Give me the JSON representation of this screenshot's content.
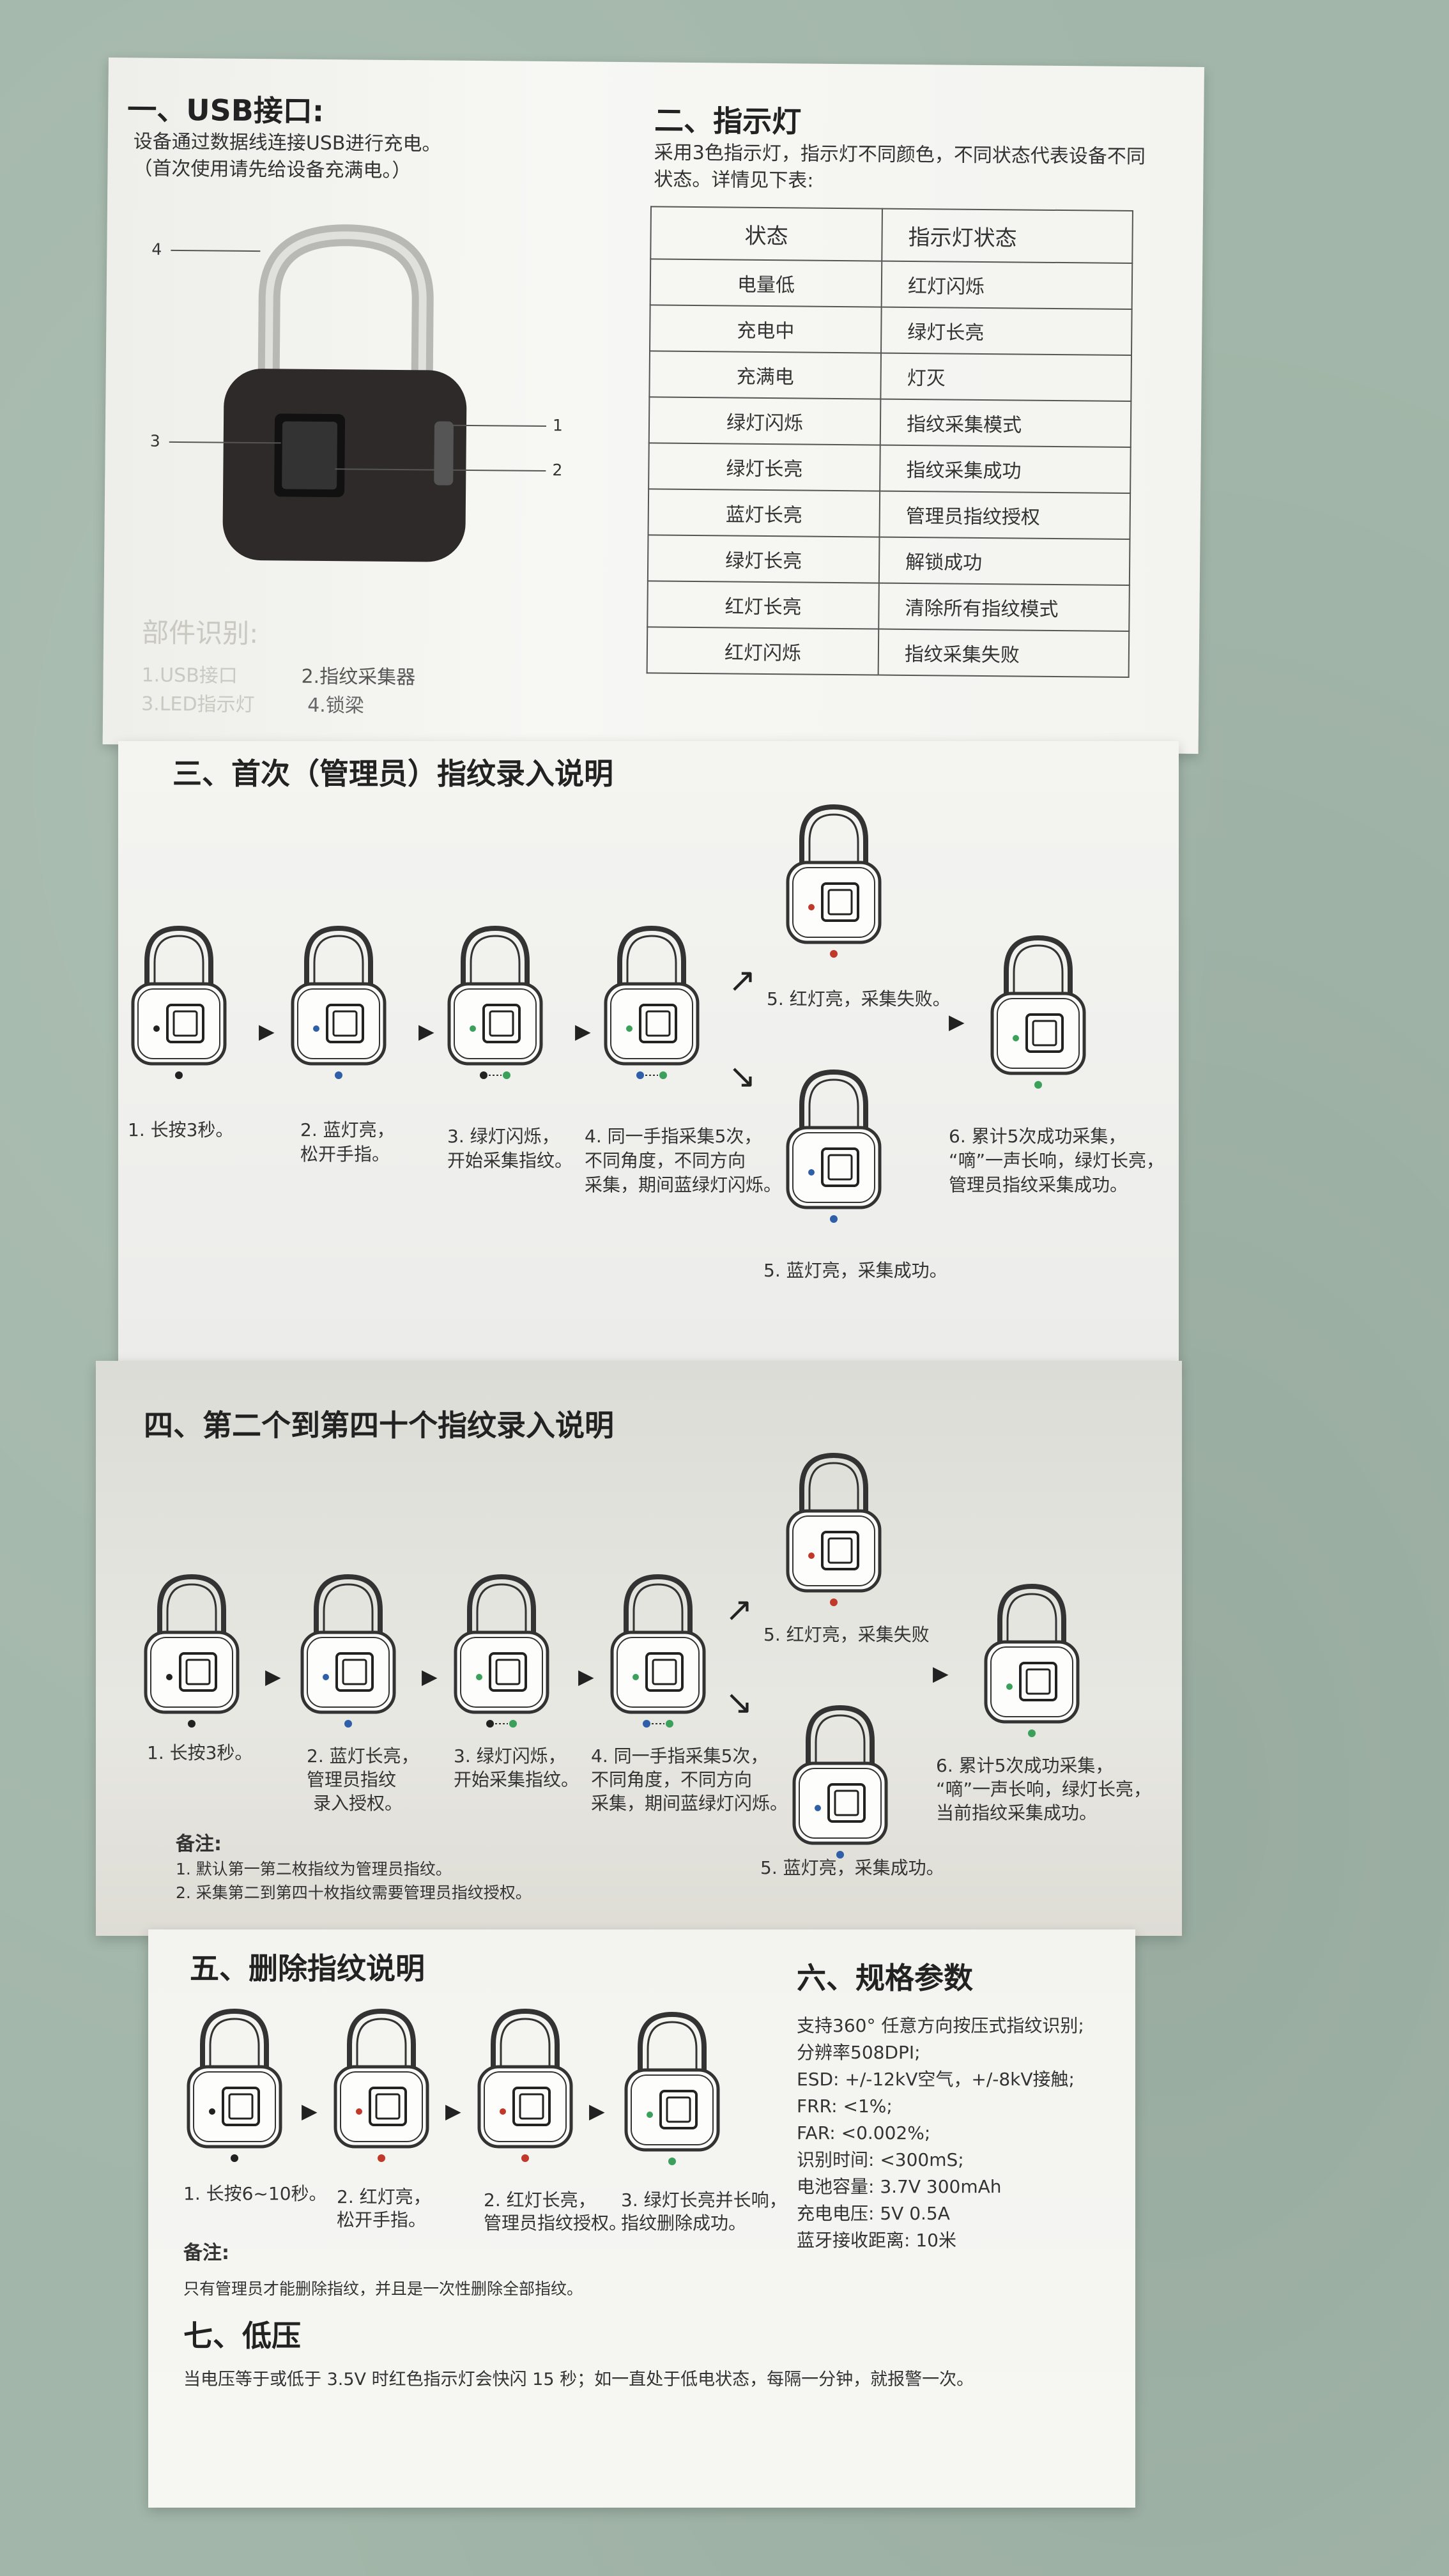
{
  "s1": {
    "title": "一、USB接口:",
    "desc1": "设备通过数据线连接USB进行充电。",
    "desc2": "（首次使用请先给设备充满电。）",
    "callouts": [
      "4",
      "3",
      "1",
      "2"
    ],
    "parts_title": "部件识别:",
    "parts": [
      "1.USB接口",
      "2.指纹采集器",
      "3.LED指示灯",
      "4.锁梁"
    ]
  },
  "s2": {
    "title": "二、指示灯",
    "desc1": "采用3色指示灯，指示灯不同颜色，不同状态代表设备不同",
    "desc2": "状态。详情见下表:",
    "headers": [
      "状态",
      "指示灯状态"
    ],
    "rows": [
      [
        "电量低",
        "红灯闪烁"
      ],
      [
        "充电中",
        "绿灯长亮"
      ],
      [
        "充满电",
        "灯灭"
      ],
      [
        "绿灯闪烁",
        "指纹采集模式"
      ],
      [
        "绿灯长亮",
        "指纹采集成功"
      ],
      [
        "蓝灯长亮",
        "管理员指纹授权"
      ],
      [
        "绿灯长亮",
        "解锁成功"
      ],
      [
        "红灯长亮",
        "清除所有指纹模式"
      ],
      [
        "红灯闪烁",
        "指纹采集失败"
      ]
    ]
  },
  "s3": {
    "title": "三、首次（管理员）指纹录入说明",
    "steps": [
      "1. 长按3秒。",
      "2. 蓝灯亮，",
      "松开手指。",
      "3. 绿灯闪烁，",
      "开始采集指纹。",
      "4. 同一手指采集5次，",
      "不同角度，不同方向",
      "采集，期间蓝绿灯闪烁。",
      "5. 红灯亮，采集失败。",
      "5. 蓝灯亮，采集成功。",
      "6. 累计5次成功采集，",
      "“嘀”一声长响，绿灯长亮，",
      "管理员指纹采集成功。"
    ]
  },
  "s4": {
    "title": "四、第二个到第四十个指纹录入说明",
    "steps": [
      "1. 长按3秒。",
      "2. 蓝灯长亮，",
      "管理员指纹",
      "录入授权。",
      "3. 绿灯闪烁，",
      "开始采集指纹。",
      "4. 同一手指采集5次，",
      "不同角度，不同方向",
      "采集，期间蓝绿灯闪烁。",
      "5. 红灯亮，采集失败",
      "5. 蓝灯亮，采集成功。",
      "6. 累计5次成功采集，",
      "“嘀”一声长响，绿灯长亮，",
      "当前指纹采集成功。"
    ],
    "note_title": "备注:",
    "notes": [
      "1. 默认第一第二枚指纹为管理员指纹。",
      "2. 采集第二到第四十枚指纹需要管理员指纹授权。"
    ]
  },
  "s5": {
    "title": "五、删除指纹说明",
    "steps": [
      "1. 长按6~10秒。",
      "2. 红灯亮，",
      "松开手指。",
      "2. 红灯长亮，",
      "管理员指纹授权。",
      "3. 绿灯长亮并长响，",
      "指纹删除成功。"
    ],
    "note_title": "备注:",
    "note": "只有管理员才能删除指纹，并且是一次性删除全部指纹。"
  },
  "s6": {
    "title": "六、规格参数",
    "specs": [
      "支持360° 任意方向按压式指纹识别;",
      "分辨率508DPI;",
      "ESD: +/-12kV空气，+/-8kV接触;",
      "FRR: <1%;",
      "FAR: <0.002%;",
      "识别时间: <300mS;",
      "电池容量: 3.7V  300mAh",
      "充电电压: 5V  0.5A",
      "蓝牙接收距离: 10米"
    ]
  },
  "s7": {
    "title": "七、低压",
    "desc": "当电压等于或低于 3.5V 时红色指示灯会快闪 15 秒；如一直处于低电状态，每隔一分钟，就报警一次。"
  },
  "colors": {
    "red": "#c0392b",
    "blue": "#2f5fa8",
    "green": "#3aa05a",
    "black": "#222222"
  }
}
